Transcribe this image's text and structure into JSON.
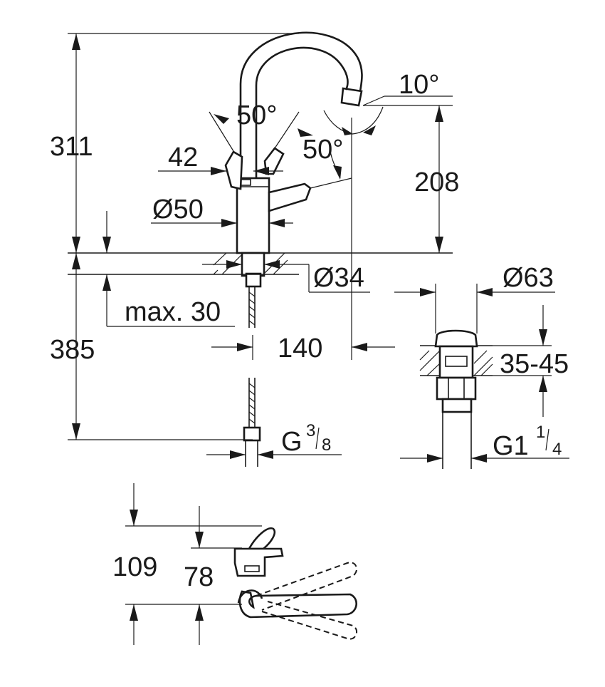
{
  "labels": {
    "height_total": "311",
    "height_spout": "208",
    "angle_spout": "10°",
    "angle_handle": "50°",
    "angle_handle_side": "50°",
    "handle_offset": "42",
    "body_diameter": "Ø50",
    "hole_diameter": "Ø34",
    "max_thickness": "max. 30",
    "hose_length": "385",
    "reach": "140",
    "waste_diameter": "Ø63",
    "waste_range": "35-45",
    "thread_hose_prefix": "G",
    "thread_hose_num": "3",
    "thread_hose_den": "8",
    "thread_waste_prefix": "G1",
    "thread_waste_num": "1",
    "thread_waste_den": "4",
    "top_depth_outer": "109",
    "top_depth_inner": "78"
  }
}
